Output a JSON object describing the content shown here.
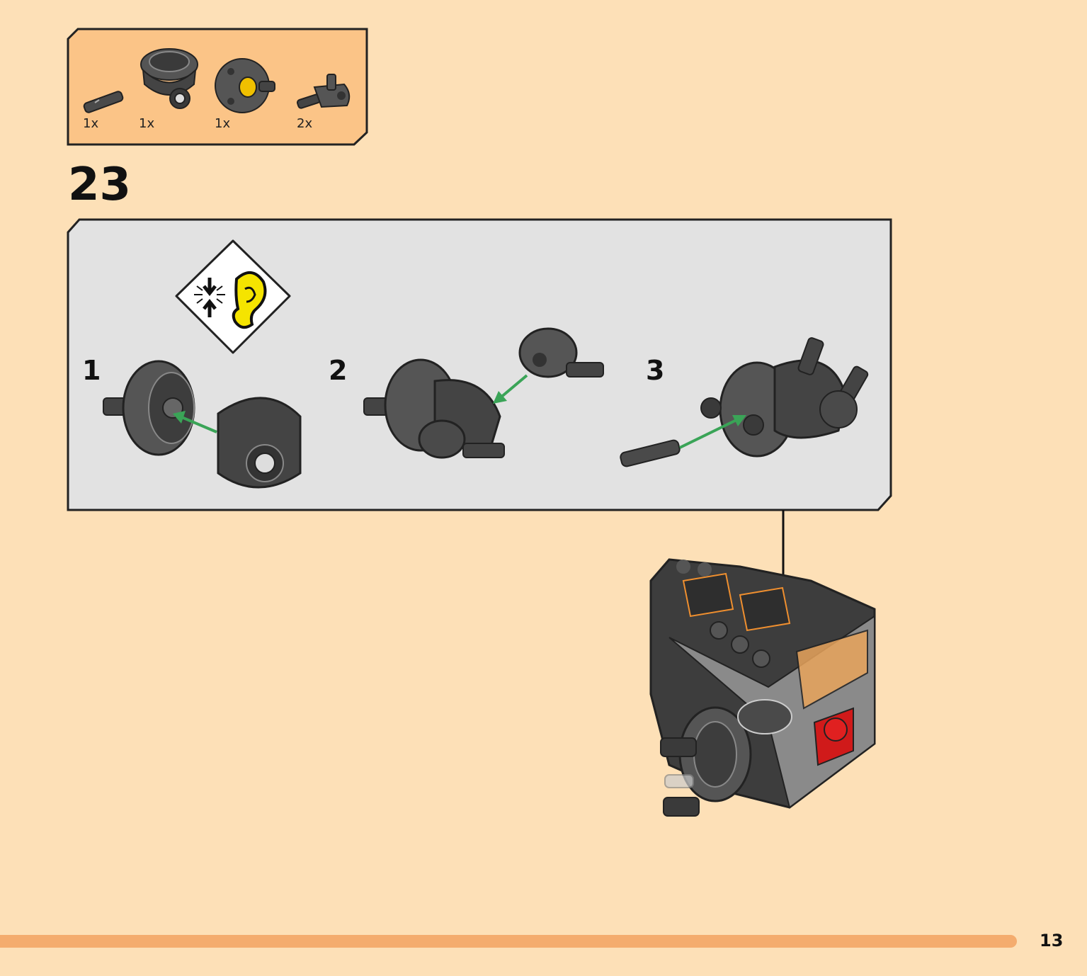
{
  "parts_list": {
    "items": [
      {
        "qty": "1x",
        "icon": "connector-pin-icon"
      },
      {
        "qty": "1x",
        "icon": "turntable-base-icon"
      },
      {
        "qty": "1x",
        "icon": "round-plate-with-pin-icon"
      },
      {
        "qty": "2x",
        "icon": "ball-joint-axle-icon"
      }
    ]
  },
  "step": {
    "number": "23"
  },
  "sub_steps": [
    {
      "label": "1"
    },
    {
      "label": "2"
    },
    {
      "label": "3"
    }
  ],
  "hint_icon": "click-sound-ear-icon",
  "page": {
    "number": "13"
  },
  "colors": {
    "background": "#fde0b7",
    "parts_box": "#fbc487",
    "sub_panel": "#e2e2e2",
    "arrow_green": "#3aa457",
    "progress_bar": "#f4ac6e",
    "ear_yellow": "#f5e400"
  }
}
